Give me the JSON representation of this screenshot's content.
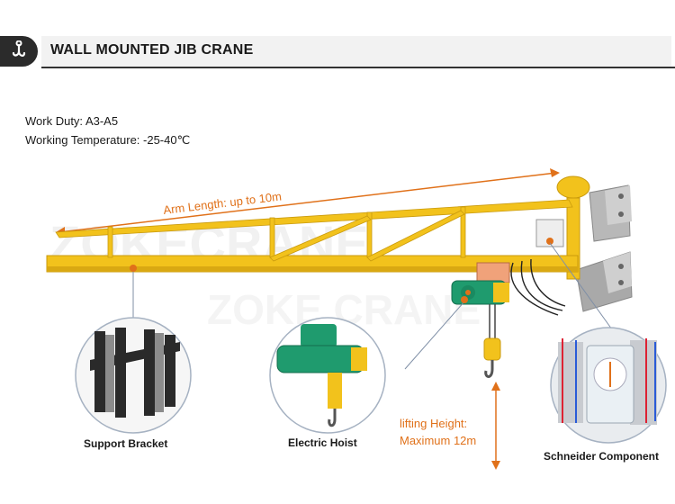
{
  "header": {
    "title": "WALL MOUNTED JIB CRANE",
    "icon": "hook-icon"
  },
  "specs": {
    "work_duty": "Work Duty: A3-A5",
    "working_temperature": "Working Temperature: -25-40℃"
  },
  "annotations": {
    "arm_length": "Arm Length: up to 10m",
    "lifting_height_line1": "lifting Height:",
    "lifting_height_line2": "Maximum 12m"
  },
  "callouts": {
    "support_bracket": "Support Bracket",
    "electric_hoist": "Electric Hoist",
    "schneider_component": "Schneider Component"
  },
  "watermark": {
    "line1": "ZOKECRANE",
    "line2": "ZOKE CRANE"
  },
  "colors": {
    "accent": "#e0711a",
    "crane_yellow": "#f2c21c",
    "hoist_green": "#1f9b6e",
    "header_dark": "#2b2b2b"
  }
}
